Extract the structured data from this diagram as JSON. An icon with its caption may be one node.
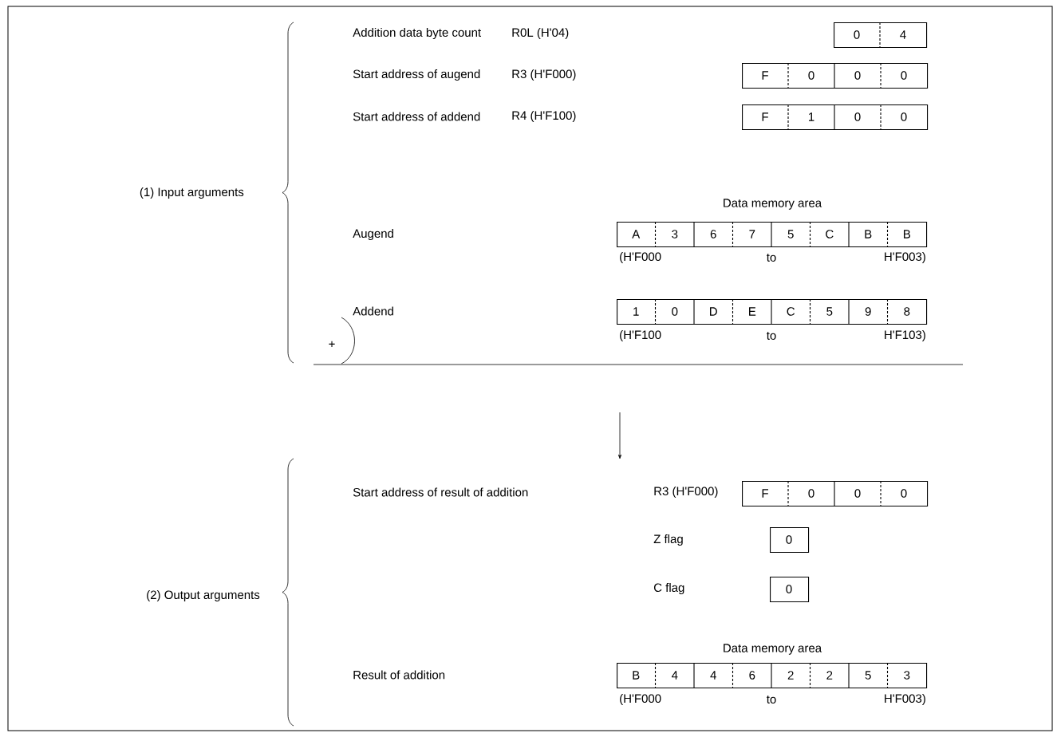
{
  "diagram": {
    "nodes": [
      {
        "text": [
          "0",
          "4"
        ]
      },
      {
        "text": [
          "F",
          "0",
          "0",
          "0"
        ]
      },
      {
        "text": [
          "F",
          "1",
          "0",
          "0"
        ]
      },
      {
        "text": [
          "A",
          "3",
          "6",
          "7",
          "5",
          "C",
          "B",
          "B"
        ]
      },
      {
        "text": [
          "1",
          "0",
          "D",
          "E",
          "C",
          "5",
          "9",
          "8"
        ]
      },
      {
        "text": [
          "F",
          "0",
          "0",
          "0"
        ]
      },
      {
        "text": [
          "0"
        ]
      },
      {
        "text": [
          "0"
        ]
      },
      {
        "text": [
          "B",
          "4",
          "4",
          "6",
          "2",
          "2",
          "5",
          "3"
        ]
      }
    ],
    "labels": [
      "(1) Input arguments",
      "Addition data byte count",
      "R0L (H'04)",
      "Start address of augend",
      "R3 (H'F000)",
      "Start address of addend",
      "R4 (H'F100)",
      "Data memory area",
      "Augend",
      "(H'F000",
      "to",
      "H'F003)",
      "Addend",
      "+",
      "(H'F100",
      "to",
      "H'F103)",
      "(2) Output arguments",
      "Start address of result of addition",
      "R3 (H'F000)",
      "Z flag",
      "C flag",
      "Data memory area",
      "Result of addition",
      "(H'F000",
      "to",
      "H'F003)"
    ]
  }
}
